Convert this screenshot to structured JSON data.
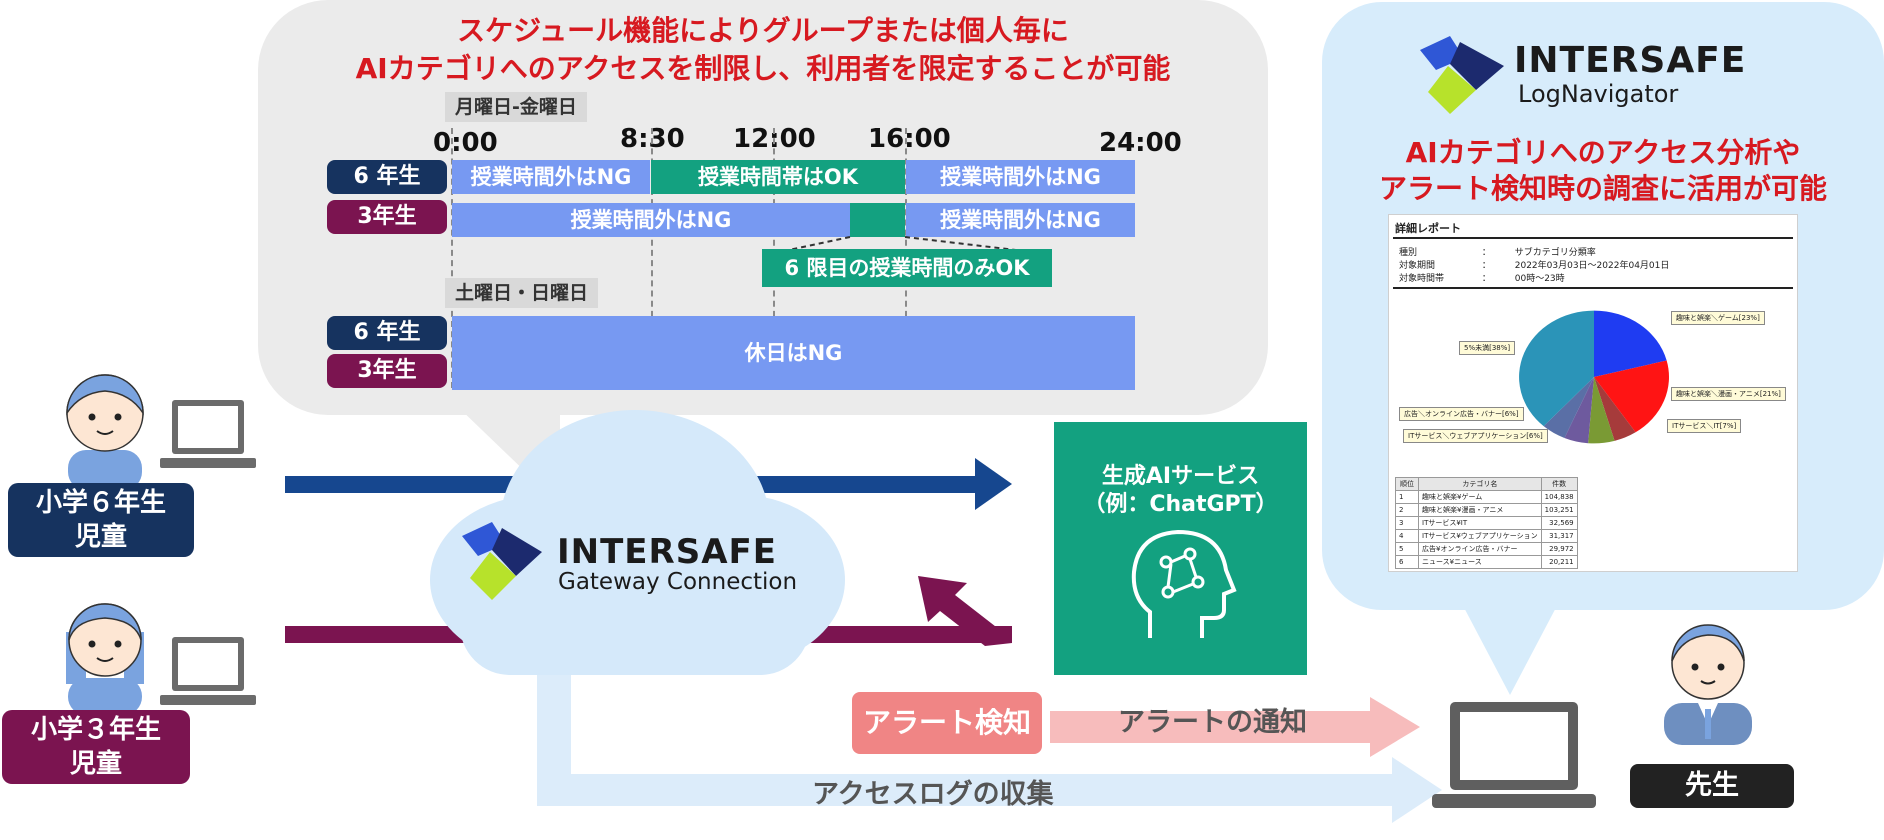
{
  "headline": {
    "line1": "スケジュール機能によりグループまたは個人毎に",
    "line2": "AIカテゴリへのアクセスを制限し、利用者を限定することが可能"
  },
  "schedule": {
    "weekday_label": "月曜日-金曜日",
    "weekend_label": "土曜日・日曜日",
    "times": [
      "0:00",
      "8:30",
      "12:00",
      "16:00",
      "24:00"
    ],
    "grade6": "6 年生",
    "grade3": "3年生",
    "seg_out_ng": "授業時間外はNG",
    "seg_class_ok": "授業時間帯はOK",
    "sixth_period_ok": "6 限目の授業時間のみOK",
    "holiday_ng": "休日はNG"
  },
  "students": {
    "grade6_line1": "小学６年生",
    "grade6_line2": "児童",
    "grade3_line1": "小学３年生",
    "grade3_line2": "児童"
  },
  "gateway": {
    "brand": "INTERSAFE",
    "product": "Gateway Connection"
  },
  "ai_service": {
    "line1": "生成AIサービス",
    "line2": "（例：ChatGPT）"
  },
  "alert": {
    "detect": "アラート検知",
    "notify": "アラートの通知",
    "log_collect": "アクセスログの収集"
  },
  "log_navigator": {
    "brand": "INTERSAFE",
    "product": "LogNavigator",
    "caption1": "AIカテゴリへのアクセス分析や",
    "caption2": "アラート検知時の調査に活用が可能"
  },
  "report": {
    "title": "詳細レポート",
    "rows": [
      {
        "k": "種別",
        "sep": "：",
        "v": "サブカテゴリ分類率"
      },
      {
        "k": "対象期間",
        "sep": "：",
        "v": "2022年03月03日～2022年04月01日"
      },
      {
        "k": "対象時間帯",
        "sep": "：",
        "v": "00時～23時"
      }
    ],
    "pie_labels": [
      "趣味と娯楽＼ゲーム[23%]",
      "5%未満[38%]",
      "趣味と娯楽＼漫画・アニメ[21%]",
      "広告＼オンライン広告・バナー[6%]",
      "ITサービス＼IT[7%]",
      "ITサービス＼ウェブアプリケーション[6%]"
    ],
    "table_headers": [
      "順位",
      "カテゴリ名",
      "件数"
    ],
    "table_rows": [
      [
        "1",
        "趣味と娯楽¥ゲーム",
        "104,838"
      ],
      [
        "2",
        "趣味と娯楽¥漫画・アニメ",
        "103,251"
      ],
      [
        "3",
        "ITサービス¥IT",
        "32,569"
      ],
      [
        "4",
        "ITサービス¥ウェブアプリケーション",
        "31,317"
      ],
      [
        "5",
        "広告¥オンライン広告・バナー",
        "29,972"
      ],
      [
        "6",
        "ニュース¥ニュース",
        "20,211"
      ]
    ]
  },
  "teacher": {
    "label": "先生"
  },
  "colors": {
    "navy": "#16335f",
    "maroon": "#7b1450",
    "schedule_blue": "#7799f2",
    "green": "#13a180",
    "red_text": "#d71920",
    "alert_pink": "#f08585"
  }
}
